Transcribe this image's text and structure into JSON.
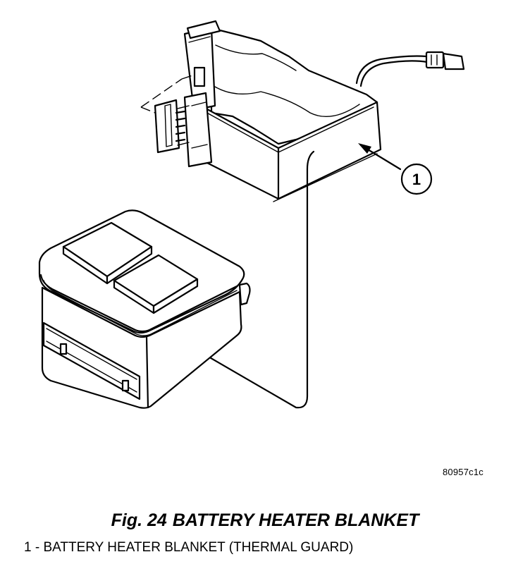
{
  "figure": {
    "callout_number": "1",
    "illustration_code": "80957c1c",
    "caption_number": "Fig. 24",
    "caption_title": "BATTERY HEATER BLANKET",
    "legend_item": "1 - BATTERY HEATER BLANKET (THERMAL GUARD)"
  }
}
